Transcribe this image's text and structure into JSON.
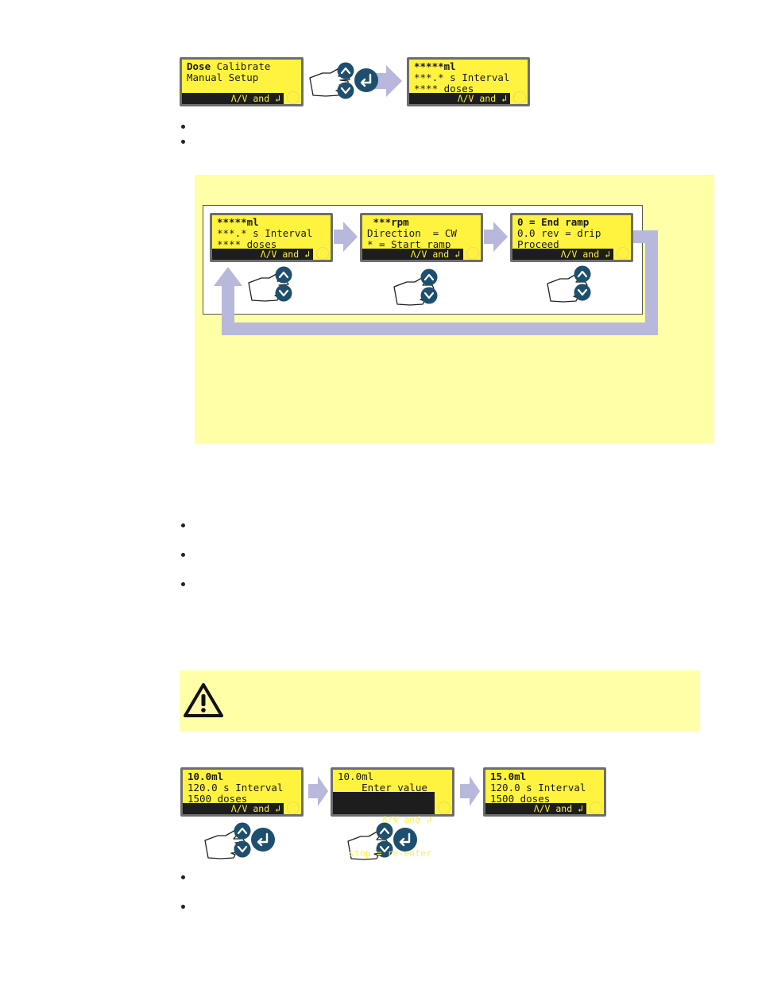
{
  "top": {
    "screen_a": {
      "line1_bold": "Dose",
      "line1_rest": " Calibrate",
      "line2": "Manual Setup",
      "hint": "Λ/V and ↲"
    },
    "screen_b": {
      "line1": "*****ml",
      "line2": "***.* s Interval",
      "line3": "**** doses",
      "hint": "Λ/V and ↲"
    }
  },
  "cycle": {
    "screen_1": {
      "line1": "*****ml",
      "line2": "***.* s Interval",
      "line3": "**** doses",
      "hint": "Λ/V and ↲"
    },
    "screen_2": {
      "line1": " ***rpm",
      "line2": "Direction  = CW",
      "line3": "* = Start ramp",
      "hint": "Λ/V and ↲"
    },
    "screen_3": {
      "line1": "0 = End ramp",
      "line2": "0.0 rev = drip",
      "line3": "Proceed",
      "hint": "Λ/V and ↲"
    }
  },
  "bottom": {
    "screen_1": {
      "line1": "10.0ml",
      "line2": "120.0 s Interval",
      "line3": "1500 doses",
      "hint": "Λ/V and ↲"
    },
    "screen_2": {
      "line1": "10.0ml",
      "line2": "    Enter value",
      "line3": "Λ/V and ↲",
      "line4": "stop = re-enter"
    },
    "screen_3": {
      "line1": "15.0ml",
      "line2": "120.0 s Interval",
      "line3": "1500 doses",
      "hint": "Λ/V and ↲"
    }
  },
  "colors": {
    "lcd": "#fff33f",
    "panel": "#ffffa8",
    "arrow": "#b8b8dc",
    "button": "#1e4f6e"
  }
}
